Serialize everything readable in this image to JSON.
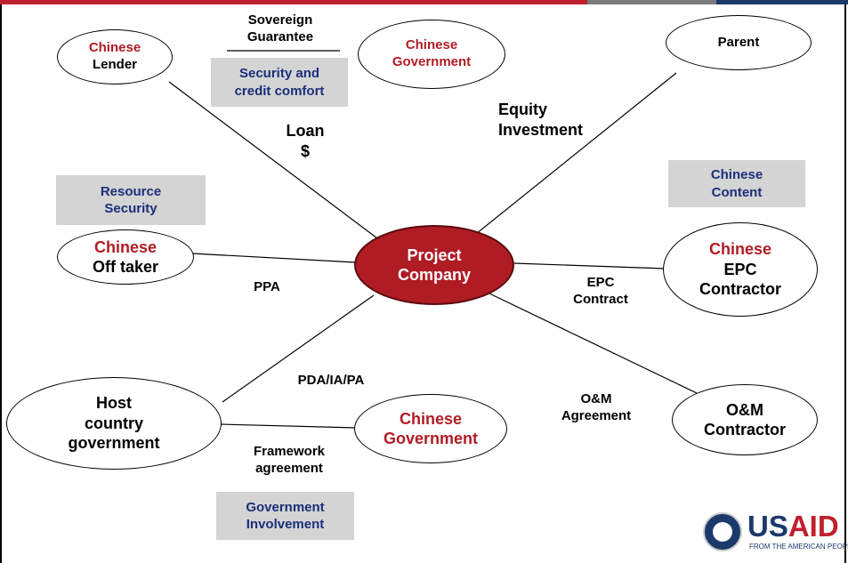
{
  "nodes": {
    "chinese_lender": {
      "line1": "Chinese",
      "line2": "Lender"
    },
    "chinese_government_top": {
      "line1": "Chinese",
      "line2": "Government"
    },
    "parent": {
      "line1": "Parent"
    },
    "project_company": {
      "line1": "Project",
      "line2": "Company"
    },
    "chinese_off_taker": {
      "line1": "Chinese",
      "line2": "Off taker"
    },
    "chinese_epc_contractor": {
      "line1": "Chinese",
      "line2": "EPC",
      "line3": "Contractor"
    },
    "host_country_government": {
      "line1": "Host",
      "line2": "country",
      "line3": "government"
    },
    "chinese_government_bottom": {
      "line1": "Chinese",
      "line2": "Government"
    },
    "om_contractor": {
      "line1": "O&M",
      "line2": "Contractor"
    }
  },
  "labels": {
    "sovereign_guarantee": {
      "line1": "Sovereign",
      "line2": "Guarantee"
    },
    "loan": {
      "line1": "Loan",
      "line2": "$"
    },
    "equity_investment": {
      "line1": "Equity",
      "line2": "Investment"
    },
    "ppa": "PPA",
    "epc_contract": {
      "line1": "EPC",
      "line2": "Contract"
    },
    "pda_ia_pa": "PDA/IA/PA",
    "om_agreement": {
      "line1": "O&M",
      "line2": "Agreement"
    },
    "framework_agreement": {
      "line1": "Framework",
      "line2": "agreement"
    }
  },
  "boxes": {
    "security_credit": {
      "line1": "Security and",
      "line2": "credit comfort"
    },
    "resource_security": {
      "line1": "Resource",
      "line2": "Security"
    },
    "chinese_content": {
      "line1": "Chinese",
      "line2": "Content"
    },
    "government_involvement": {
      "line1": "Government",
      "line2": "Involvement"
    }
  },
  "logo": {
    "word_us": "US",
    "word_aid": "AID",
    "tagline": "FROM THE AMERICAN PEOPLE"
  },
  "colors": {
    "accent_red": "#b01c24",
    "box_gray": "#d4d4d4",
    "box_text_navy": "#1a2e7a",
    "usaid_navy": "#1b3a6b"
  }
}
